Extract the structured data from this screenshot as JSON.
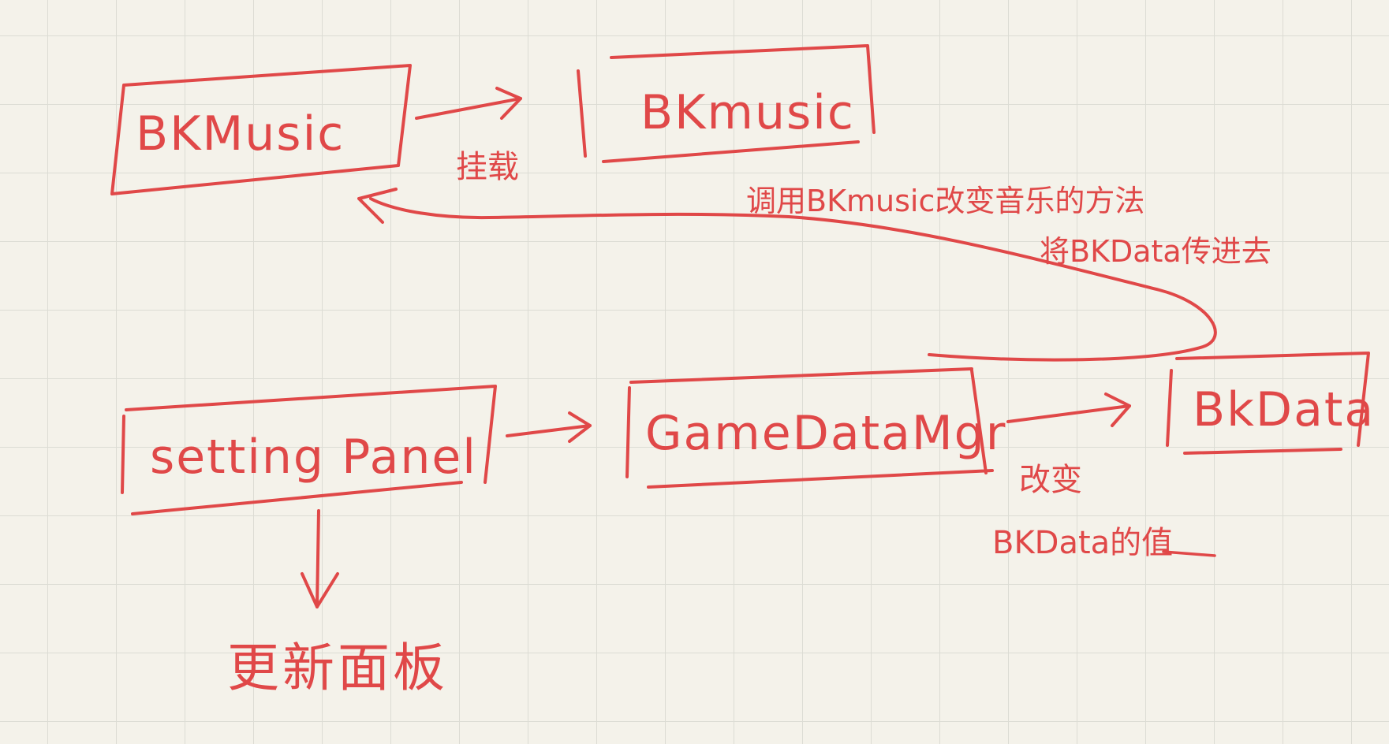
{
  "nodes": {
    "bkmusic_class": {
      "label": "BKMusic"
    },
    "bkmusic_object": {
      "label": "BKmusic"
    },
    "setting_panel": {
      "label": "setting Panel"
    },
    "game_data_mgr": {
      "label": "GameDataMgr"
    },
    "bk_data": {
      "label": "BkData"
    },
    "update_panel": {
      "label": "更新面板"
    }
  },
  "edges": {
    "mount": {
      "label": "挂载"
    },
    "call_method_line1": {
      "label": "调用BKmusic改变音乐的方法"
    },
    "call_method_line2": {
      "label": "将BKData传进去"
    },
    "change_value_line1": {
      "label": "改变"
    },
    "change_value_line2": {
      "label": "BKData的值"
    }
  },
  "colors": {
    "ink": "#e04848",
    "paper": "#f4f2ea",
    "grid": "#dcdcd4"
  }
}
